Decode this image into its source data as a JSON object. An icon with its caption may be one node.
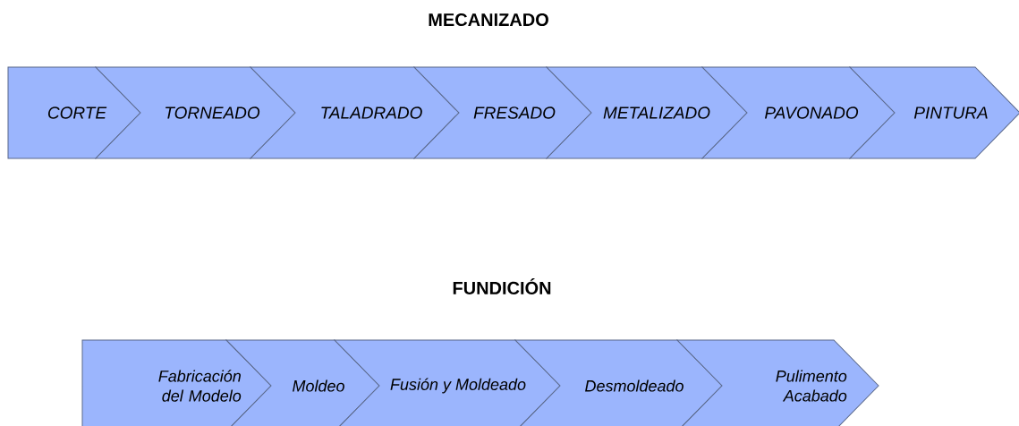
{
  "diagram": {
    "nodes": [
      {
        "text": [
          "CORTE"
        ]
      },
      {
        "text": [
          "TORNEADO"
        ]
      },
      {
        "text": [
          "TALADRADO"
        ]
      },
      {
        "text": [
          "FRESADO"
        ]
      },
      {
        "text": [
          "METALIZADO"
        ]
      },
      {
        "text": [
          "PAVONADO"
        ]
      },
      {
        "text": [
          "PINTURA"
        ]
      },
      {
        "text": [
          "Fabricación del Modelo"
        ]
      },
      {
        "text": [
          "Moldeo"
        ]
      },
      {
        "text": [
          "Fusión y Moldeado"
        ]
      },
      {
        "text": [
          "Desmoldeado"
        ]
      },
      {
        "text": [
          "Pulimento Acabado"
        ]
      }
    ],
    "labels": [
      "MECANIZADO",
      "FUNDICIÓN"
    ]
  }
}
